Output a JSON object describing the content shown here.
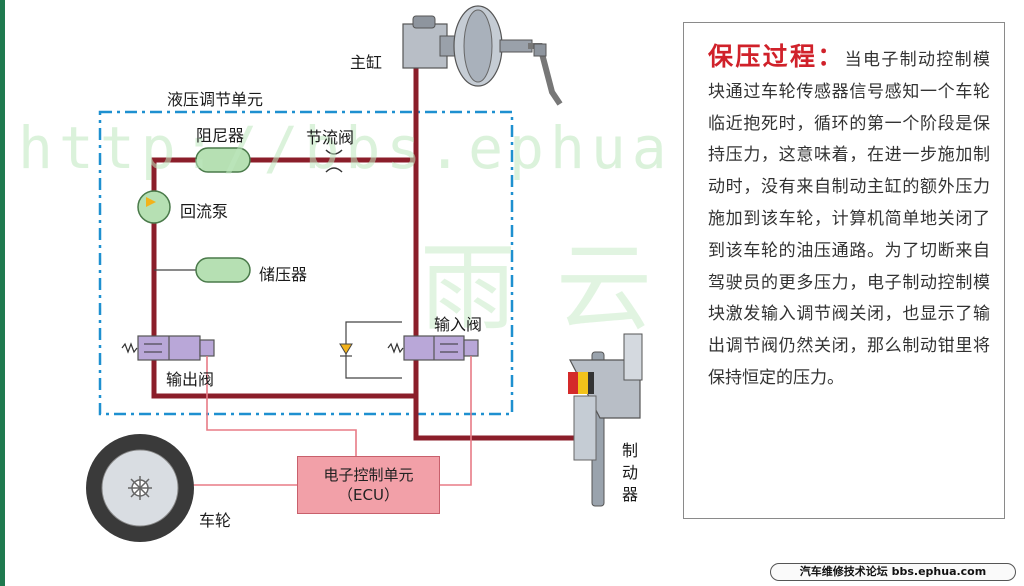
{
  "labels": {
    "master_cylinder": "主缸",
    "hydraulic_unit": "液压调节单元",
    "damper": "阻尼器",
    "throttle_valve": "节流阀",
    "return_pump": "回流泵",
    "accumulator": "储压器",
    "inlet_valve": "输入阀",
    "outlet_valve": "输出阀",
    "ecu_line1": "电子控制单元",
    "ecu_line2": "（ECU）",
    "wheel": "车轮",
    "brake": "制动器"
  },
  "panel": {
    "title": "保压过程：",
    "body": "当电子制动控制模块通过车轮传感器信号感知一个车轮临近抱死时，循环的第一个阶段是保持压力，这意味着，在进一步施加制动时，没有来自制动主缸的额外压力施加到该车轮，计算机简单地关闭了到该车轮的油压通路。为了切断来自驾驶员的更多压力，电子制动控制模块激发输入调节阀关闭，也显示了输出调节阀仍然关闭，那么制动钳里将保持恒定的压力。"
  },
  "watermark": {
    "url": "http://bbs.ephua.com",
    "cn": "雨云"
  },
  "footer": "汽车维修技术论坛 bbs.ephua.com",
  "colors": {
    "brake_line": "#8b1e2a",
    "unit_border": "#1e90d0",
    "signal_wire": "#e87b86",
    "ecu_fill": "#f2a0a8",
    "valve_fill": "#b9a7d8",
    "damper_fill": "#b6e0b3",
    "title_red": "#d0212a"
  }
}
